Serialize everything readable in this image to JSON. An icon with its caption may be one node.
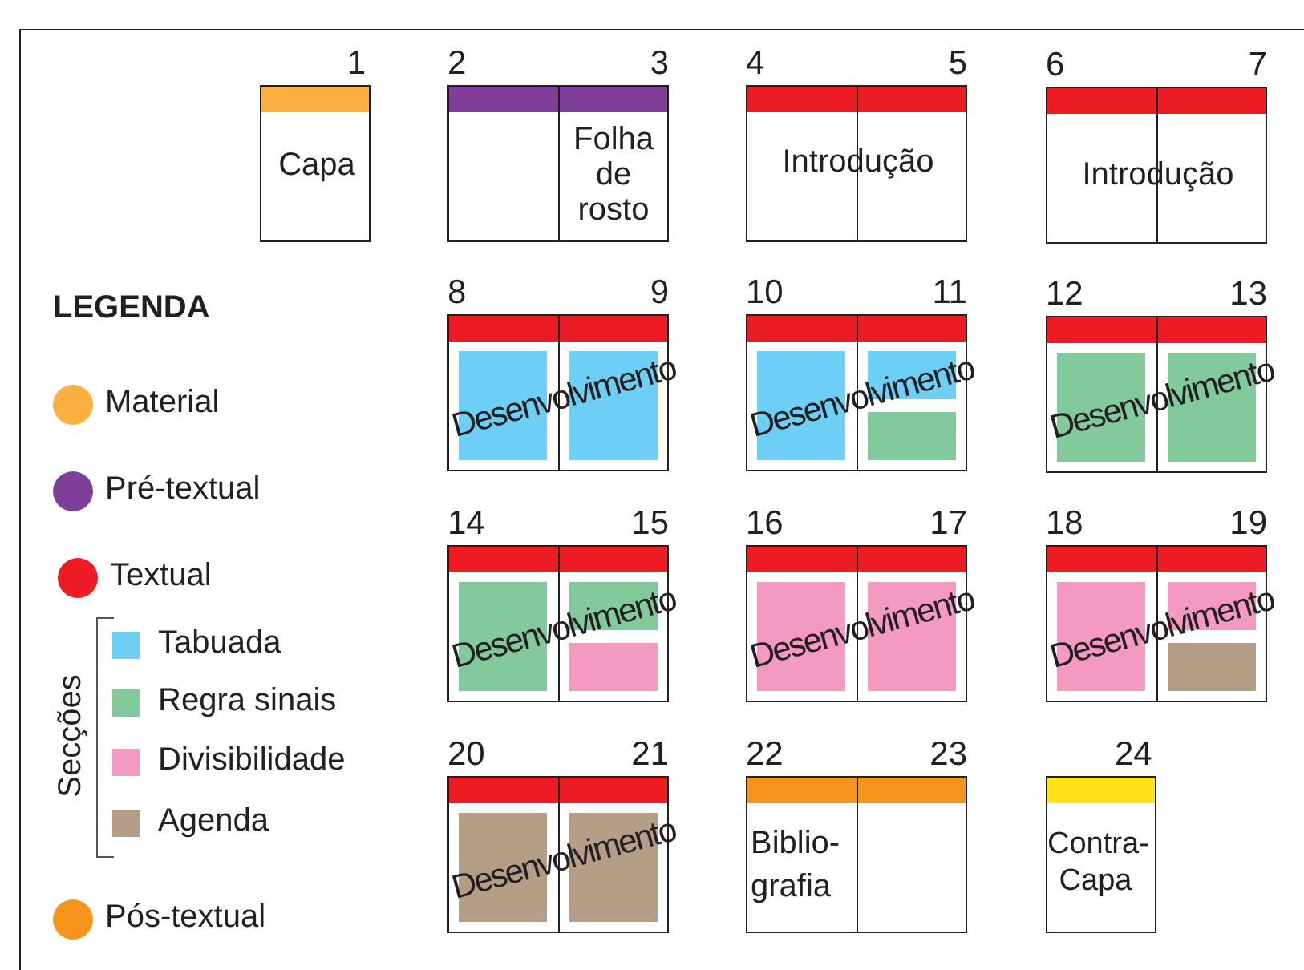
{
  "diagram": {
    "nodes": [
      {
        "text": [
          "Capa"
        ],
        "beside": [
          "1"
        ]
      },
      {
        "text": [
          "Folha de rosto"
        ],
        "beside": [
          "2",
          "3"
        ]
      },
      {
        "text": [
          "Introdução"
        ],
        "beside": [
          "4",
          "5"
        ]
      },
      {
        "text": [
          "Introdução"
        ],
        "beside": [
          "6",
          "7"
        ]
      },
      {
        "text": [
          "Desenvolvimento"
        ],
        "beside": [
          "8",
          "9"
        ]
      },
      {
        "text": [
          "Desenvolvimento"
        ],
        "beside": [
          "10",
          "11"
        ]
      },
      {
        "text": [
          "Desenvolvimento"
        ],
        "beside": [
          "12",
          "13"
        ]
      },
      {
        "text": [
          "Desenvolvimento"
        ],
        "beside": [
          "14",
          "15"
        ]
      },
      {
        "text": [
          "Desenvolvimento"
        ],
        "beside": [
          "16",
          "17"
        ]
      },
      {
        "text": [
          "Desenvolvimento"
        ],
        "beside": [
          "18",
          "19"
        ]
      },
      {
        "text": [
          "Desenvolvimento"
        ],
        "beside": [
          "20",
          "21"
        ]
      },
      {
        "text": [
          "Biblio-grafia"
        ],
        "beside": [
          "22",
          "23"
        ]
      },
      {
        "text": [
          "Contra-Capa"
        ],
        "beside": [
          "24"
        ]
      }
    ],
    "labels": [
      "LEGENDA",
      "Secções"
    ],
    "legend": [
      {
        "text": "Material",
        "color": "#fbb040"
      },
      {
        "text": "Pré-textual",
        "color": "#7f3f98"
      },
      {
        "text": "Textual",
        "color": "#ed1c24"
      },
      {
        "text": "Tabuada",
        "color": "#6dcff6"
      },
      {
        "text": "Regra sinais",
        "color": "#82ca9c"
      },
      {
        "text": "Divisibilidade",
        "color": "#f49ac1"
      },
      {
        "text": "Agenda",
        "color": "#b59e87"
      },
      {
        "text": "Pós-textual",
        "color": "#f7941d"
      }
    ]
  }
}
